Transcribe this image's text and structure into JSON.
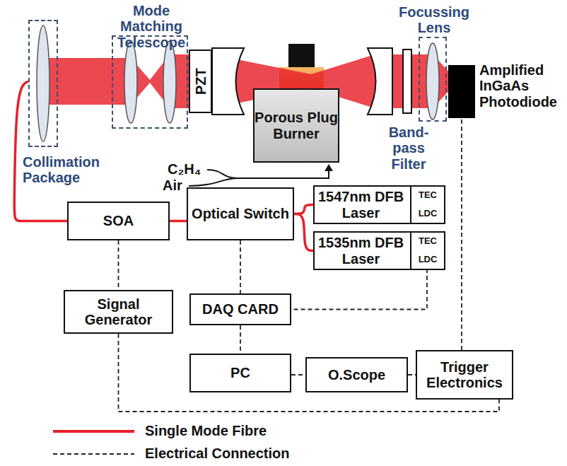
{
  "diagram": {
    "nodes": [
      {
        "text": [
          "Mode Matching Telescope"
        ]
      },
      {
        "text": [
          "Focussing Lens"
        ]
      },
      {
        "text": [
          "Collimation Package"
        ]
      },
      {
        "text": [
          "PZT"
        ]
      },
      {
        "text": [
          "Porous Plug Burner"
        ]
      },
      {
        "text": [
          "Amplified InGaAs Photodiode"
        ]
      },
      {
        "text": [
          "1547nm DFB Laser"
        ]
      },
      {
        "text": [
          "TEC"
        ],
        "in": 6
      },
      {
        "text": [
          "LDC"
        ],
        "in": 6
      },
      {
        "text": [
          "SOA"
        ]
      },
      {
        "text": [
          "Optical Switch"
        ]
      },
      {
        "text": [
          "1535nm DFB Laser"
        ]
      },
      {
        "text": [
          "TEC"
        ],
        "in": 11
      },
      {
        "text": [
          "LDC"
        ],
        "in": 11
      },
      {
        "text": [
          "Signal Generator"
        ]
      },
      {
        "text": [
          "DAQ CARD"
        ]
      },
      {
        "text": [
          "PC"
        ]
      },
      {
        "text": [
          "O.Scope"
        ]
      },
      {
        "text": [
          "Trigger Electronics"
        ]
      }
    ],
    "edges": [
      {
        "from": 2,
        "to": 9,
        "arrow": "none"
      },
      {
        "from": 9,
        "to": 10,
        "arrow": "none"
      },
      {
        "from": 10,
        "to": 6,
        "arrow": "none"
      },
      {
        "from": 10,
        "to": 11,
        "arrow": "none"
      },
      {
        "from": 9,
        "to": 14,
        "arrow": "none"
      },
      {
        "from": 10,
        "to": 15,
        "arrow": "none"
      },
      {
        "from": 13,
        "to": 15,
        "arrow": "none"
      },
      {
        "from": 15,
        "to": 16,
        "arrow": "none"
      },
      {
        "from": 16,
        "to": 17,
        "arrow": "none"
      },
      {
        "from": 17,
        "to": 18,
        "arrow": "none"
      },
      {
        "from": 18,
        "to": 5,
        "arrow": "none"
      },
      {
        "from": 14,
        "to": 18,
        "arrow": "none"
      }
    ],
    "labels": [
      "Band-pass Filter",
      "C₂H₄",
      "Air"
    ],
    "legend": [
      {
        "text": "Single Mode Fibre"
      },
      {
        "text": "Electrical Connection"
      }
    ]
  }
}
